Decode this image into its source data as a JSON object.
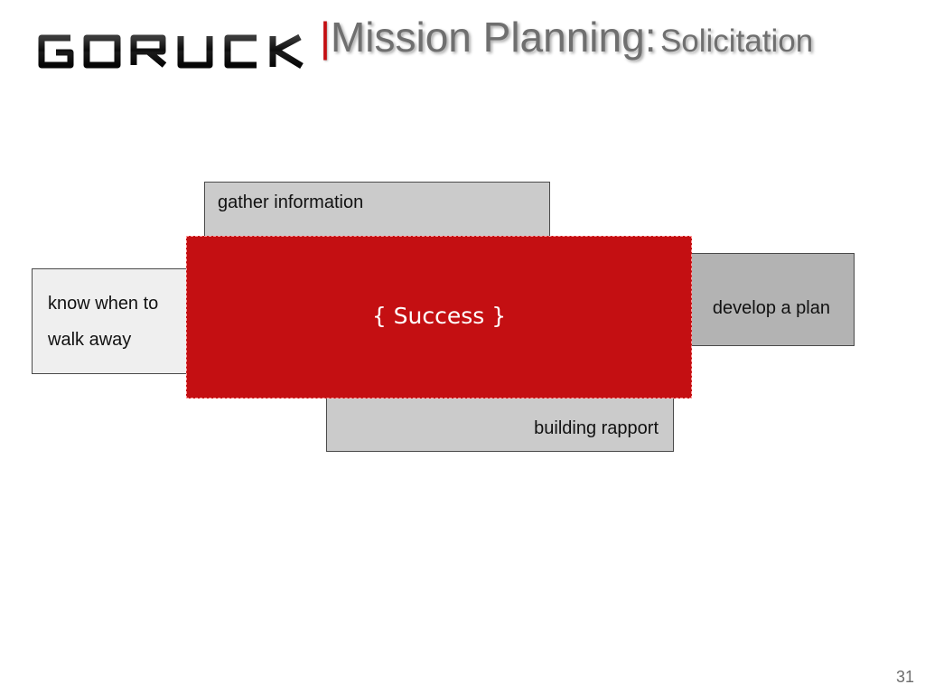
{
  "header": {
    "logo_text": "GORUCK",
    "separator": "|",
    "title": "Mission Planning:",
    "subtitle": "Solicitation"
  },
  "diagram": {
    "center": "{ Success }",
    "boxes": {
      "gather": "gather information",
      "walk_line1": "know when to",
      "walk_line2": "walk away",
      "plan": "develop a plan",
      "rapport": "building rapport"
    }
  },
  "footer": {
    "page_number": "31"
  },
  "colors": {
    "accent": "#c40f12",
    "title_gray": "#6f6f6f"
  }
}
